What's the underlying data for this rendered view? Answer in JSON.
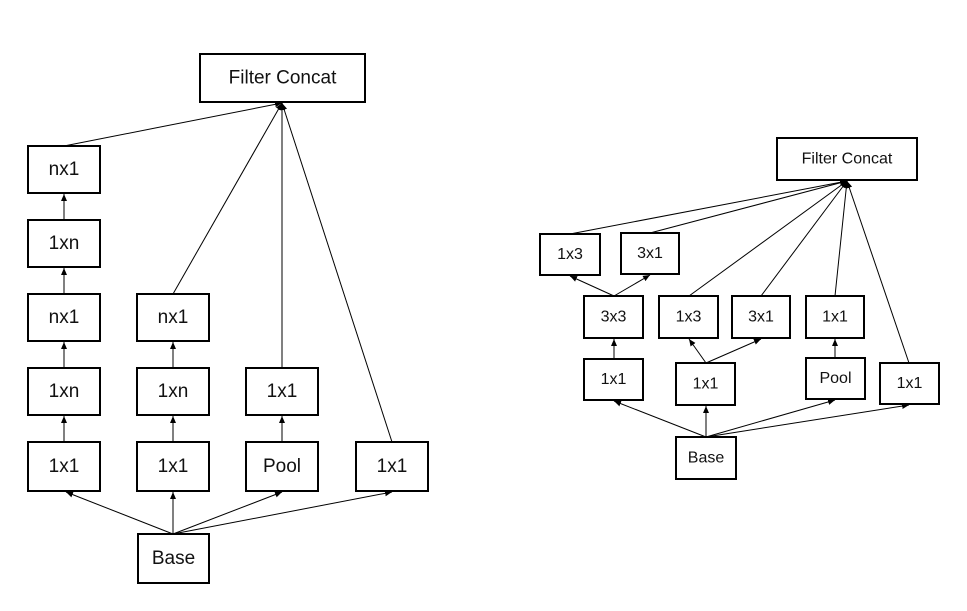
{
  "diagram_a": {
    "nodes": {
      "concat": "Filter Concat",
      "b1_nx1_top": "nx1",
      "b1_1xn_top": "1xn",
      "b1_nx1_mid": "nx1",
      "b1_1xn_bot": "1xn",
      "b1_1x1": "1x1",
      "b2_nx1": "nx1",
      "b2_1xn": "1xn",
      "b2_1x1": "1x1",
      "b3_1x1": "1x1",
      "b3_pool": "Pool",
      "b4_1x1": "1x1",
      "base": "Base"
    }
  },
  "diagram_b": {
    "nodes": {
      "concat": "Filter Concat",
      "b1_1x3": "1x3",
      "b1_3x1": "3x1",
      "b1_3x3": "3x3",
      "b1_1x1": "1x1",
      "b2_1x3": "1x3",
      "b2_3x1": "3x1",
      "b2_1x1": "1x1",
      "b3_1x1": "1x1",
      "b3_pool": "Pool",
      "b4_1x1": "1x1",
      "base": "Base"
    }
  },
  "colors": {
    "stroke": "#000000",
    "fill": "#ffffff",
    "text": "#111111"
  }
}
